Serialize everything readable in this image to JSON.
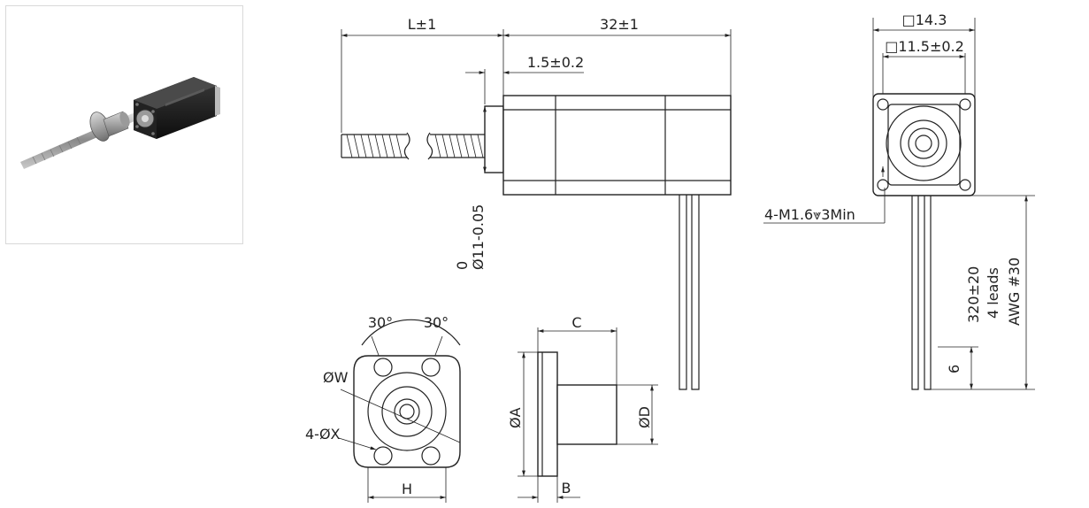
{
  "product_photo": {
    "alt": ""
  },
  "side_view": {
    "screw_length_label": "L±1",
    "body_length_label": "32±1",
    "boss_height_label": "1.5±0.2",
    "boss_tol_upper": "0",
    "boss_diameter_label": "Ø11-0.05"
  },
  "end_view": {
    "outer_square_label": "□14.3",
    "hole_pitch_label": "□11.5±0.2",
    "thread_spec_label": "4-M1.6⩔3Min",
    "lead_length_label": "320±20",
    "lead_count_label": "4 leads",
    "lead_gauge_label": "AWG #30",
    "strip_length_label": "6"
  },
  "nut_front_view": {
    "angle_left_label": "30°",
    "angle_right_label": "30°",
    "pitch_diameter_label": "ØW",
    "hole_spec_label": "4-ØX",
    "width_label": "H"
  },
  "nut_side_view": {
    "length_label": "C",
    "flange_diameter_label": "ØA",
    "body_diameter_label": "ØD",
    "flange_thickness_label": "B"
  }
}
